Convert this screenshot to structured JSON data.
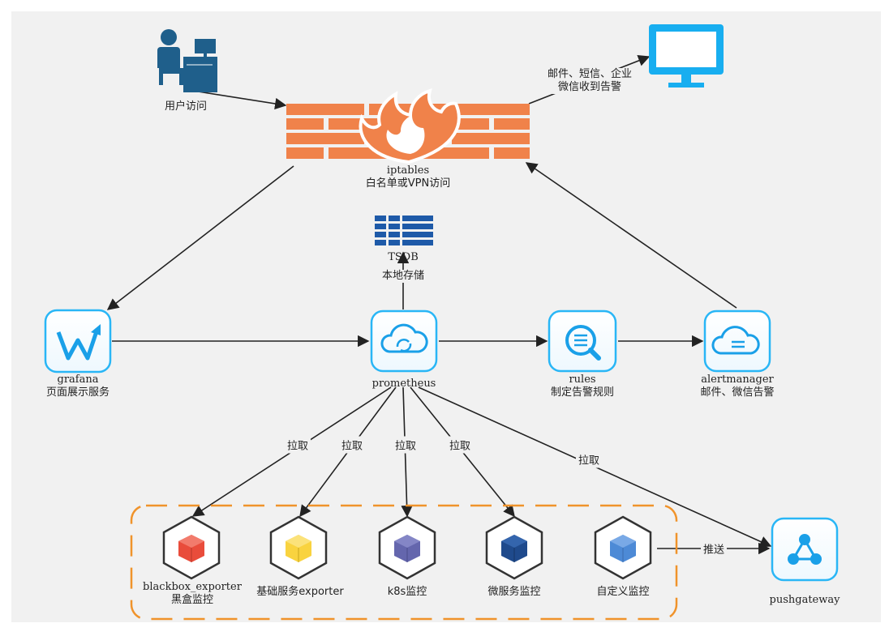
{
  "nodes": {
    "user": {
      "label": "用户访问"
    },
    "monitor": {
      "label_line1": "邮件、短信、企业",
      "label_line2": "微信收到告警"
    },
    "firewall": {
      "label_line1": "iptables",
      "label_line2": "白名单或VPN访问"
    },
    "tsdb": {
      "label_line1": "TSDB",
      "label_line2": "本地存储"
    },
    "grafana": {
      "label_line1": "grafana",
      "label_line2": "页面展示服务"
    },
    "prometheus": {
      "label": "prometheus"
    },
    "rules": {
      "label_line1": "rules",
      "label_line2": "制定告警规则"
    },
    "alertmanager": {
      "label_line1": "alertmanager",
      "label_line2": "邮件、微信告警"
    },
    "blackbox": {
      "label_line1": "blackbox_exporter",
      "label_line2": "黑盒监控"
    },
    "base": {
      "label": "基础服务exporter"
    },
    "k8s": {
      "label": "k8s监控"
    },
    "micro": {
      "label": "微服务监控"
    },
    "custom": {
      "label": "自定义监控"
    },
    "pushgateway": {
      "label": "pushgateway"
    }
  },
  "edges": {
    "pull_1": "拉取",
    "pull_2": "拉取",
    "pull_3": "拉取",
    "pull_4": "拉取",
    "pull_5": "拉取",
    "push": "推送"
  },
  "colors": {
    "accent_blue": "#29b6f6",
    "firewall_orange": "#f0824a",
    "user_blue": "#1f5f8b",
    "dashed_border": "#f0932b",
    "cube_red": "#e94c3b",
    "cube_yellow": "#f9d33f",
    "cube_purple": "#6466ad",
    "cube_navy": "#1f4a8c",
    "cube_blue": "#4d8ad6",
    "tsdb_blue": "#1e5aa8"
  }
}
